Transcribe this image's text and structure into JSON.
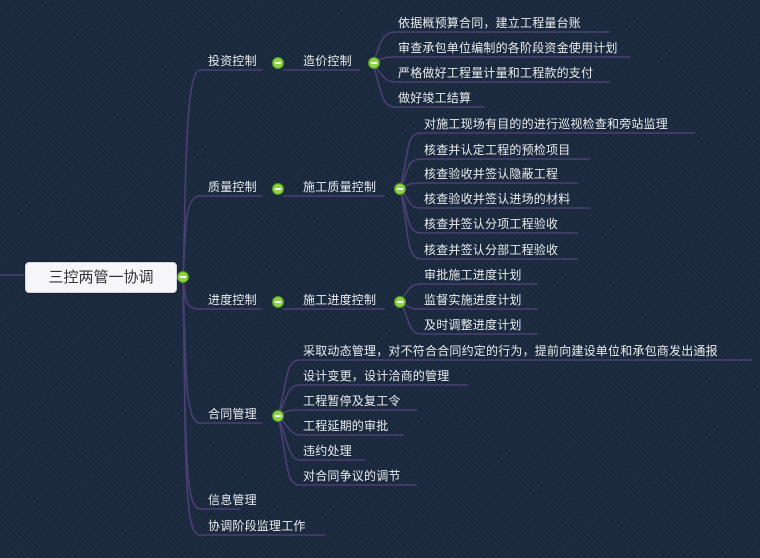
{
  "colors": {
    "background": "#1b2a3f",
    "connector": "#4a3f73",
    "text": "#e9ecef",
    "root_fill": "#f6f6f9",
    "toggle_fill": "#8fd14a"
  },
  "root": {
    "label": "三控两管一协调"
  },
  "branches": [
    {
      "label": "投资控制",
      "children": [
        {
          "label": "造价控制",
          "children": [
            "依据概预算合同，建立工程量台账",
            "审查承包单位编制的各阶段资金使用计划",
            "严格做好工程量计量和工程款的支付",
            "做好竣工结算"
          ]
        }
      ]
    },
    {
      "label": "质量控制",
      "children": [
        {
          "label": "施工质量控制",
          "children": [
            "对施工现场有目的的进行巡视检查和旁站监理",
            "核查并认定工程的预检项目",
            "核查验收并签认隐蔽工程",
            "核查验收并签认进场的材料",
            "核查并签认分项工程验收",
            "核查并签认分部工程验收"
          ]
        }
      ]
    },
    {
      "label": "进度控制",
      "children": [
        {
          "label": "施工进度控制",
          "children": [
            "审批施工进度计划",
            "监督实施进度计划",
            "及时调整进度计划"
          ]
        }
      ]
    },
    {
      "label": "合同管理",
      "children": [
        "采取动态管理，对不符合合同约定的行为，提前向建设单位和承包商发出通报",
        "设计变更，设计洽商的管理",
        "工程暂停及复工令",
        "工程延期的审批",
        "违约处理",
        "对合同争议的调节"
      ]
    },
    {
      "label": "信息管理"
    },
    {
      "label": "协调阶段监理工作"
    }
  ]
}
